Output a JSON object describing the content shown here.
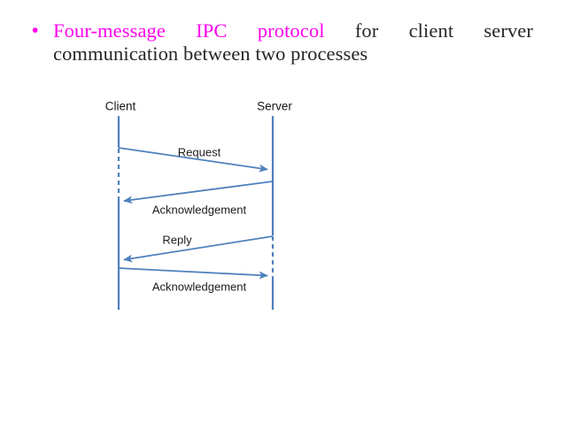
{
  "title": {
    "bullet": "•",
    "line1_words": [
      "Four-message",
      "IPC",
      "protocol",
      "for",
      "client",
      "server"
    ],
    "line2": "communication between two processes",
    "accent_color": "#FF00EE",
    "body_color": "#262626"
  },
  "diagram": {
    "type": "sequence-diagram",
    "line_color": "#4F81BD",
    "label_color": "#1B1B1B",
    "actors": [
      {
        "name": "Client"
      },
      {
        "name": "Server"
      }
    ],
    "messages": [
      {
        "label": "Request",
        "from": "Client",
        "to": "Server"
      },
      {
        "label": "Acknowledgement",
        "from": "Server",
        "to": "Client"
      },
      {
        "label": "Reply",
        "from": "Server",
        "to": "Client"
      },
      {
        "label": "Acknowledgement",
        "from": "Client",
        "to": "Server"
      }
    ]
  }
}
